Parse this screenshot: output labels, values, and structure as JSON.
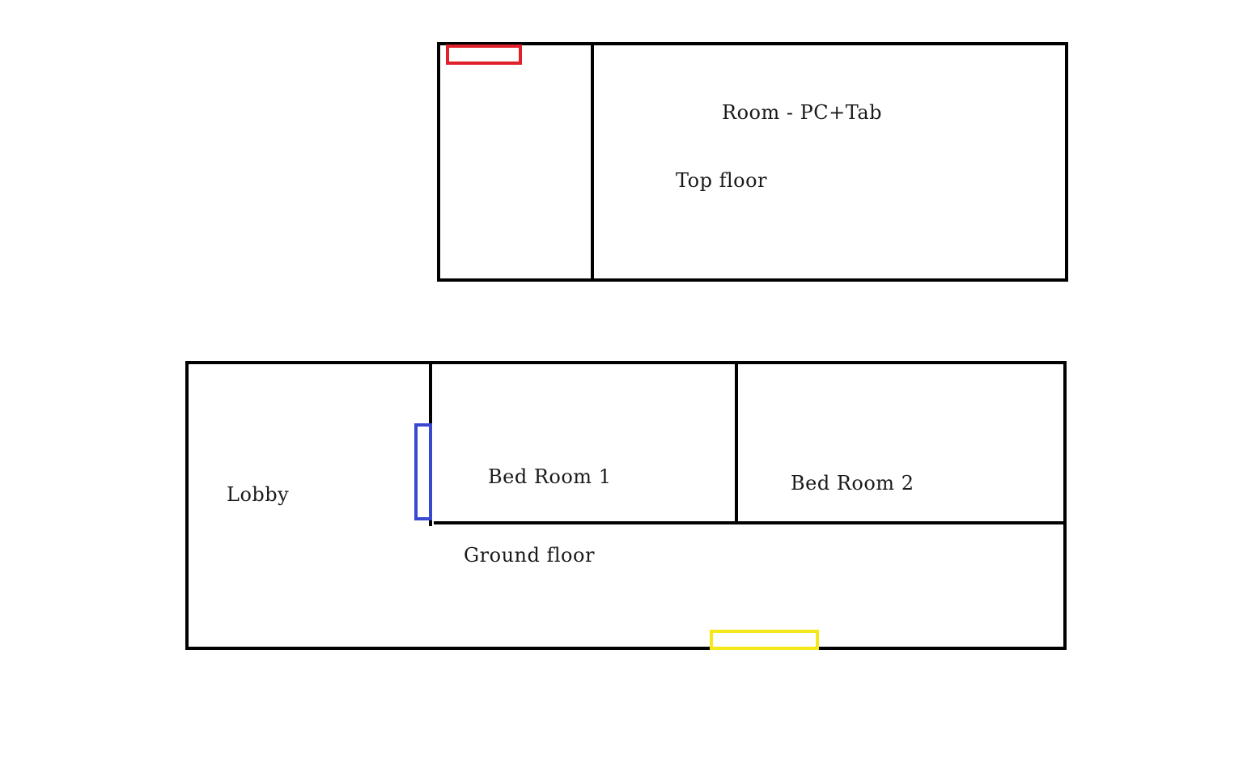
{
  "top_floor": {
    "room_label": "Room - PC+Tab",
    "floor_label": "Top floor"
  },
  "ground_floor": {
    "lobby_label": "Lobby",
    "bedroom1_label": "Bed Room 1",
    "bedroom2_label": "Bed Room 2",
    "floor_label": "Ground floor"
  },
  "markers": {
    "red": "#e0202a",
    "blue": "#3a48d0",
    "yellow": "#f5e81a"
  }
}
